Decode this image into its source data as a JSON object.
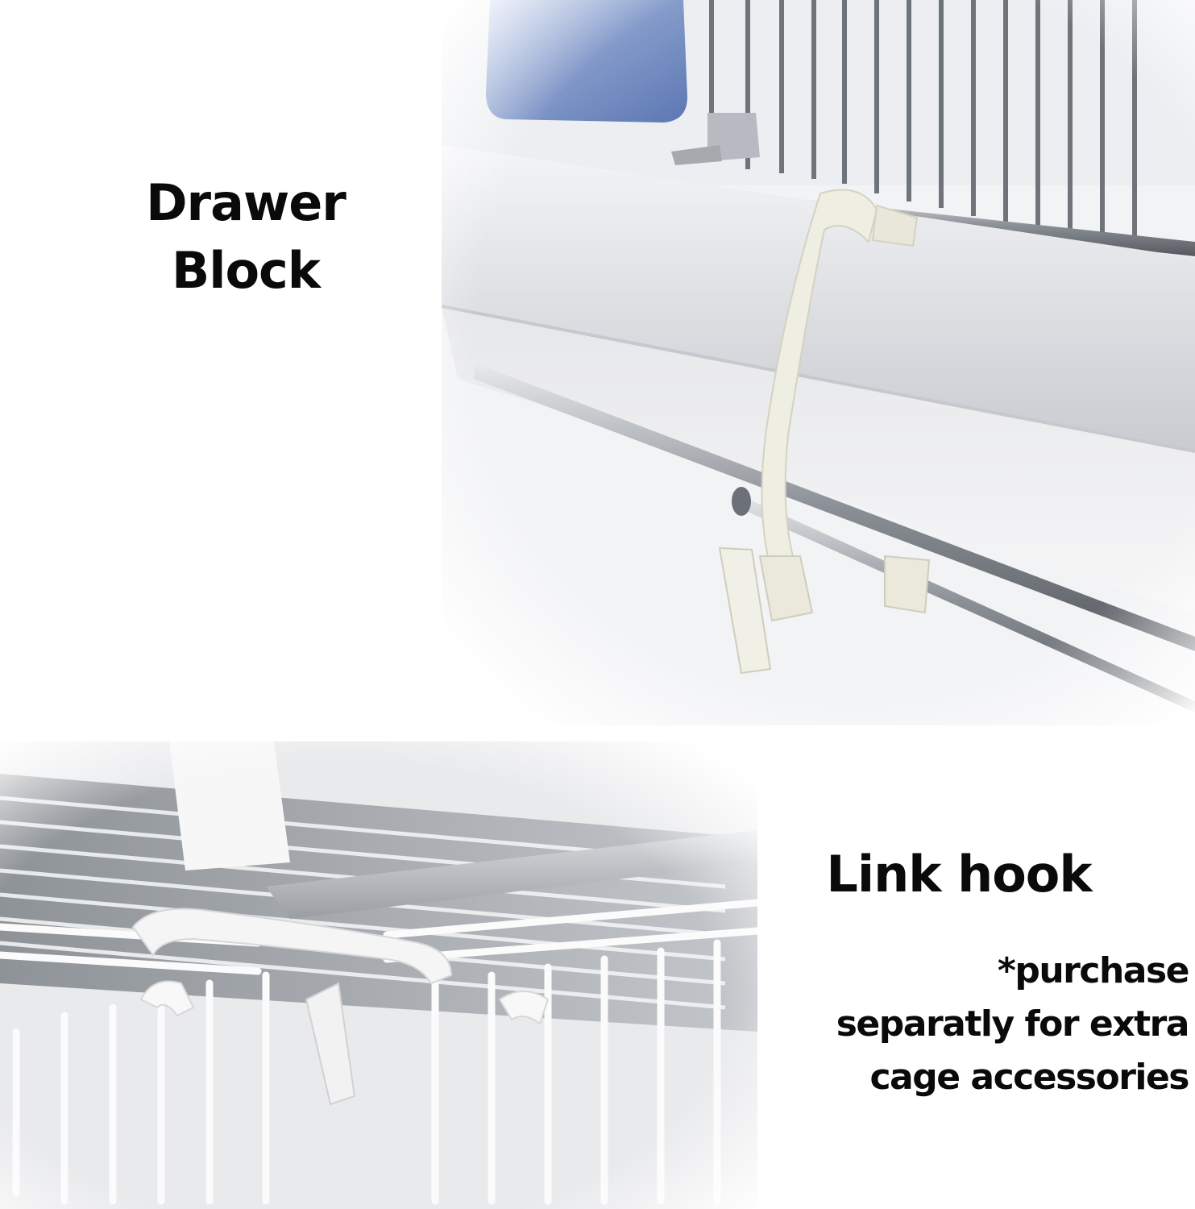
{
  "drawer_block": {
    "line1": "Drawer",
    "line2": "Block"
  },
  "link_hook": {
    "label": "Link hook"
  },
  "note": {
    "line1": "*purchase",
    "line2": "separatly for extra",
    "line3": "cage accessories"
  },
  "colors": {
    "text": "#0a0a0a",
    "background": "#ffffff",
    "cage_metal": "#9aa0a8",
    "plastic_clip": "#efeee2",
    "feeder_blue": "#7d95c8"
  }
}
